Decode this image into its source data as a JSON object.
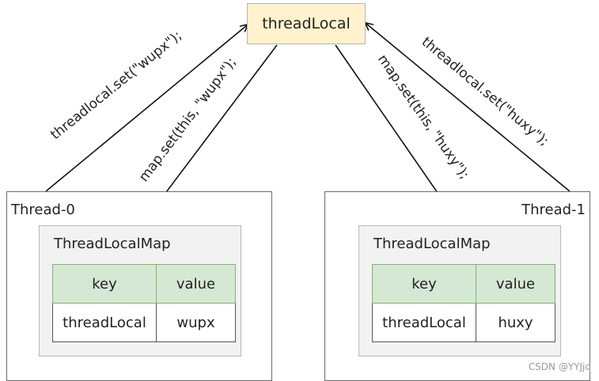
{
  "top_node": {
    "label": "threadLocal"
  },
  "threads": [
    {
      "label": "Thread-0",
      "map_title": "ThreadLocalMap",
      "header": {
        "key": "key",
        "value": "value"
      },
      "row": {
        "key": "threadLocal",
        "value": "wupx"
      }
    },
    {
      "label": "Thread-1",
      "map_title": "ThreadLocalMap",
      "header": {
        "key": "key",
        "value": "value"
      },
      "row": {
        "key": "threadLocal",
        "value": "huxy"
      }
    }
  ],
  "edges": {
    "thread0_to_threadlocal": "threadlocal.set(\"wupx\");",
    "threadlocal_to_map0": "map.set(this, \"wupx\");",
    "threadlocal_to_map1": "map.set(this, \"huxy\");",
    "thread1_to_threadlocal": "threadlocal.set(\"huxy\");"
  },
  "watermark": "CSDN @YYJjq"
}
